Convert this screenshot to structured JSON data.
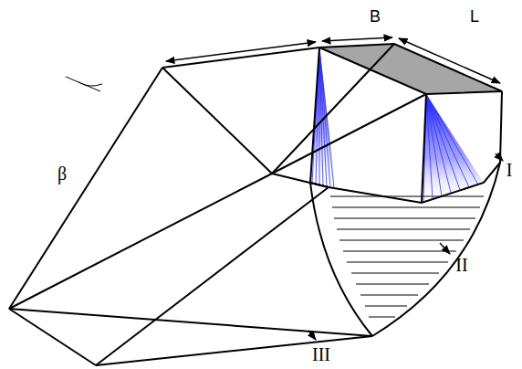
{
  "diagram": {
    "labels": [
      "B",
      "L",
      "β",
      "I",
      "II",
      "III"
    ]
  }
}
